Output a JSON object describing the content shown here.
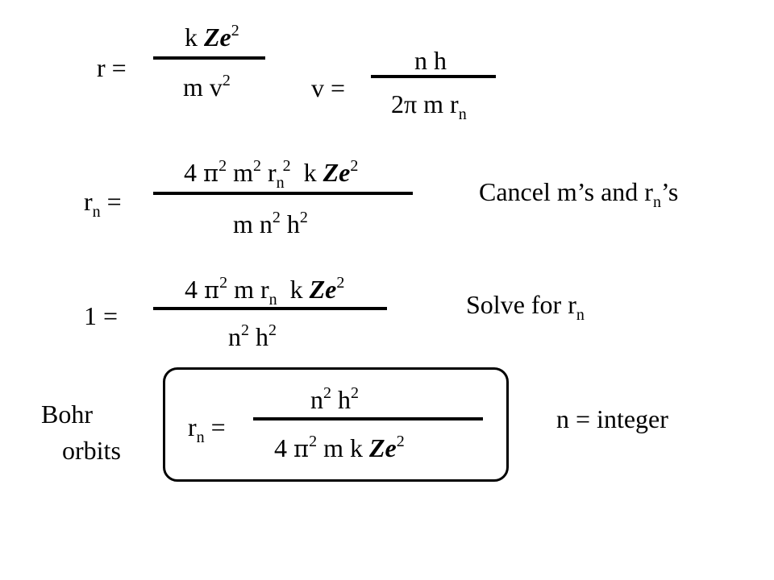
{
  "eq1": {
    "lhs": "r =",
    "num": {
      "k": "k",
      "Ze": "Ze",
      "exp": "2"
    },
    "den": {
      "mv": "m v",
      "exp": "2"
    }
  },
  "eq2": {
    "lhs": "v =",
    "num": "n h",
    "den": {
      "base": "2π m r",
      "sub": "n"
    }
  },
  "eq3": {
    "lhs": {
      "r": "r",
      "sub": "n",
      "eq": "="
    },
    "num": {
      "four": "4",
      "pi": "π",
      "e1": "2",
      "m": "m",
      "e2": "2",
      "r": "r",
      "sub": "n",
      "e3": "2",
      "k": "k",
      "Ze": "Ze",
      "e4": "2"
    },
    "den": {
      "m": "m n",
      "e1": "2",
      "h": "h",
      "e2": "2"
    },
    "note": {
      "a": "Cancel m’s and r",
      "sub": "n",
      "b": "’s"
    }
  },
  "eq4": {
    "lhs": "1 =",
    "num": {
      "four": "4",
      "pi": "π",
      "e1": "2",
      "m": "m r",
      "sub": "n",
      "k": "k",
      "Ze": "Ze",
      "e2": "2"
    },
    "den": {
      "n": "n",
      "e1": "2",
      "h": "h",
      "e2": "2"
    },
    "note": {
      "a": "Solve for r",
      "sub": "n"
    }
  },
  "eq5": {
    "label1": "Bohr",
    "label2": "orbits",
    "lhs": {
      "r": "r",
      "sub": "n",
      "eq": "="
    },
    "num": {
      "n": "n",
      "e1": "2",
      "h": "h",
      "e2": "2"
    },
    "den": {
      "four": "4",
      "pi": "π",
      "e1": "2",
      "mk": "m k",
      "Ze": "Ze",
      "e2": "2"
    },
    "note": "n = integer"
  }
}
